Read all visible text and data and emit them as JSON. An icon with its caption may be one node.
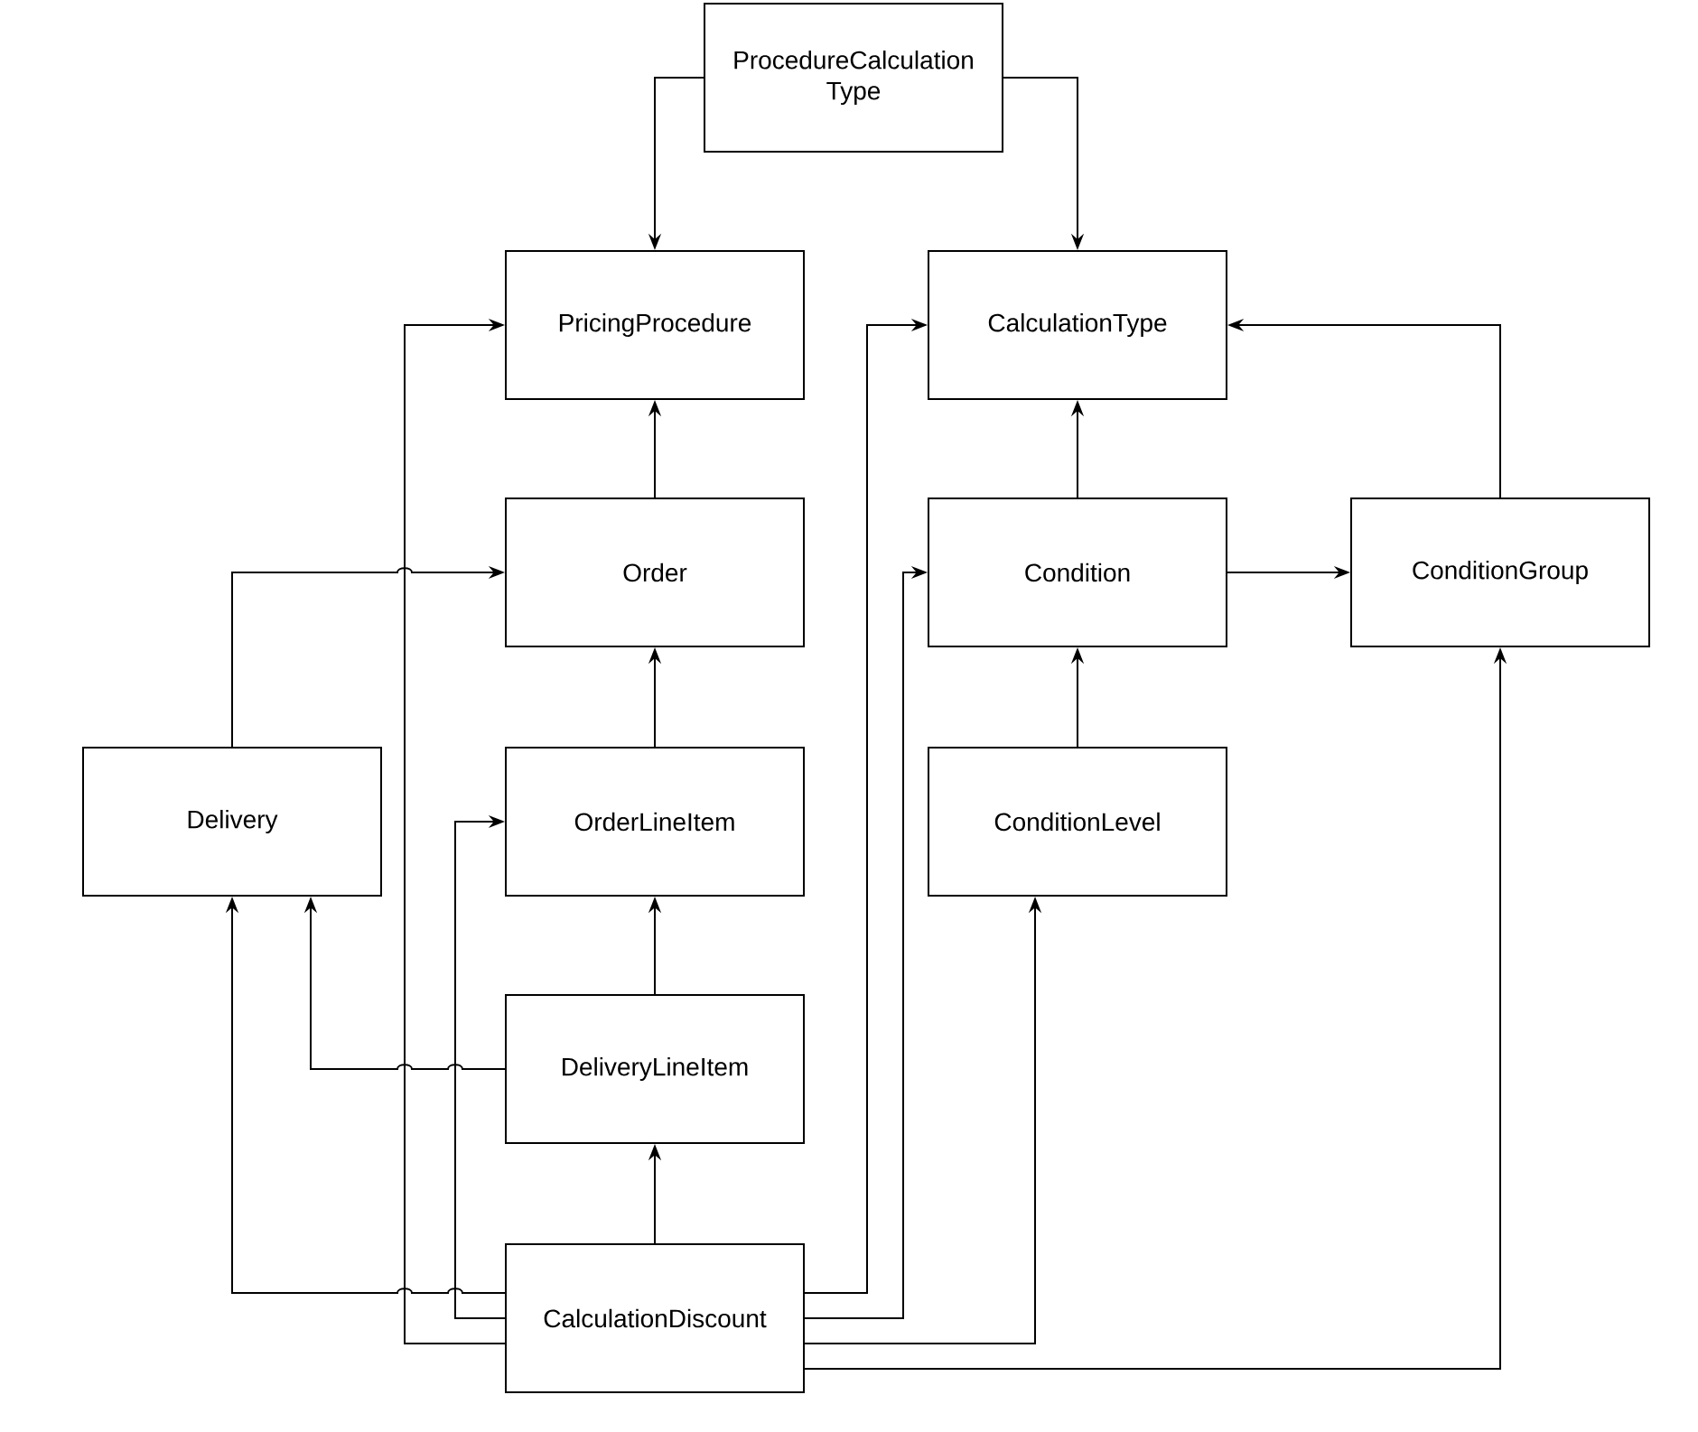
{
  "diagram": {
    "nodes": [
      {
        "text": [
          "ProcedureCalculation Type"
        ]
      },
      {
        "text": [
          "PricingProcedure"
        ]
      },
      {
        "text": [
          "CalculationType"
        ]
      },
      {
        "text": [
          "Order"
        ]
      },
      {
        "text": [
          "Condition"
        ]
      },
      {
        "text": [
          "ConditionGroup"
        ]
      },
      {
        "text": [
          "Delivery"
        ]
      },
      {
        "text": [
          "OrderLineItem"
        ]
      },
      {
        "text": [
          "ConditionLevel"
        ]
      },
      {
        "text": [
          "DeliveryLineItem"
        ]
      },
      {
        "text": [
          "CalculationDiscount"
        ]
      }
    ],
    "edges": [
      {
        "from": 0,
        "to": 1,
        "arrow": "to"
      },
      {
        "from": 0,
        "to": 2,
        "arrow": "to"
      },
      {
        "from": 3,
        "to": 1,
        "arrow": "to"
      },
      {
        "from": 4,
        "to": 2,
        "arrow": "to"
      },
      {
        "from": 8,
        "to": 4,
        "arrow": "to"
      },
      {
        "from": 4,
        "to": 5,
        "arrow": "to"
      },
      {
        "from": 5,
        "to": 2,
        "arrow": "to"
      },
      {
        "from": 7,
        "to": 3,
        "arrow": "to"
      },
      {
        "from": 9,
        "to": 7,
        "arrow": "to"
      },
      {
        "from": 10,
        "to": 9,
        "arrow": "to"
      },
      {
        "from": 6,
        "to": 3,
        "arrow": "to"
      },
      {
        "from": 9,
        "to": 6,
        "arrow": "to"
      },
      {
        "from": 10,
        "to": 6,
        "arrow": "to"
      },
      {
        "from": 10,
        "to": 1,
        "arrow": "to"
      },
      {
        "from": 10,
        "to": 7,
        "arrow": "to"
      },
      {
        "from": 10,
        "to": 2,
        "arrow": "to"
      },
      {
        "from": 10,
        "to": 4,
        "arrow": "to"
      },
      {
        "from": 10,
        "to": 8,
        "arrow": "to"
      },
      {
        "from": 10,
        "to": 5,
        "arrow": "to"
      }
    ]
  }
}
